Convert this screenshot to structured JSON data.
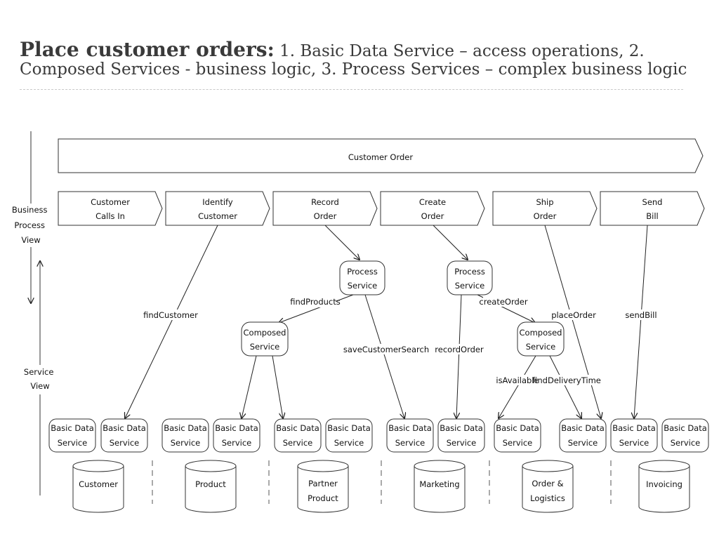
{
  "slide": {
    "title_bold": "Place customer orders:",
    "title_rest": " 1. Basic Data Service – access operations, 2. Composed Services - business logic,  3. Process Services – complex business logic"
  },
  "diagram": {
    "top_banner": "Customer Order",
    "axis": {
      "business": [
        "Business",
        "Process",
        "View"
      ],
      "service": [
        "Service",
        "View"
      ]
    },
    "steps": [
      [
        "Customer",
        "Calls In"
      ],
      [
        "Identify",
        "Customer"
      ],
      [
        "Record",
        "Order"
      ],
      [
        "Create",
        "Order"
      ],
      [
        "Ship",
        "Order"
      ],
      [
        "Send",
        "Bill"
      ]
    ],
    "process_services": [
      [
        "Process",
        "Service"
      ],
      [
        "Process",
        "Service"
      ]
    ],
    "composed_services": [
      [
        "Composed",
        "Service"
      ],
      [
        "Composed",
        "Service"
      ]
    ],
    "basic_services": [
      [
        "Basic Data",
        "Service"
      ],
      [
        "Basic Data",
        "Service"
      ],
      [
        "Basic Data",
        "Service"
      ],
      [
        "Basic Data",
        "Service"
      ],
      [
        "Basic Data",
        "Service"
      ],
      [
        "Basic Data",
        "Service"
      ],
      [
        "Basic Data",
        "Service"
      ],
      [
        "Basic Data",
        "Service"
      ],
      [
        "Basic Data",
        "Service"
      ],
      [
        "Basic Data",
        "Service"
      ],
      [
        "Basic Data",
        "Service"
      ],
      [
        "Basic Data",
        "Service"
      ]
    ],
    "databases": [
      [
        "Customer"
      ],
      [
        "Product"
      ],
      [
        "Partner",
        "Product"
      ],
      [
        "Marketing"
      ],
      [
        "Order &",
        "Logistics"
      ],
      [
        "Invoicing"
      ]
    ],
    "operations": {
      "findCustomer": "findCustomer",
      "findProducts": "findProducts",
      "saveCustomerSearch": "saveCustomerSearch",
      "recordOrder": "recordOrder",
      "createOrder": "createOrder",
      "placeOrder": "placeOrder",
      "sendBill": "sendBill",
      "isAvailable": "isAvailable",
      "findDeliveryTime": "findDeliveryTime"
    }
  }
}
